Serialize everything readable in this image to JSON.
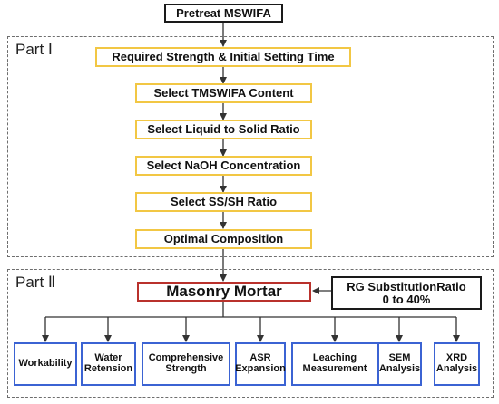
{
  "start": "Pretreat MSWIFA",
  "part1": {
    "label": "Part Ⅰ",
    "steps": [
      "Required Strength & Initial Setting Time",
      "Select TMSWIFA Content",
      "Select Liquid to Solid Ratio",
      "Select NaOH Concentration",
      "Select SS/SH Ratio",
      "Optimal Composition"
    ]
  },
  "part2": {
    "label": "Part Ⅱ",
    "center": "Masonry Mortar",
    "side_line1": "RG SubstitutionRatio",
    "side_line2": "0 to 40%",
    "tests": [
      [
        "Workability"
      ],
      [
        "Water",
        "Retension"
      ],
      [
        "Comprehensive",
        "Strength"
      ],
      [
        "ASR",
        "Expansion"
      ],
      [
        "Leaching",
        "Measurement"
      ],
      [
        "SEM",
        "Analysis"
      ],
      [
        "XRD",
        "Analysis"
      ]
    ]
  },
  "colors": {
    "step_border": "#f2c744",
    "center_border": "#b9312c",
    "test_border": "#3b63d3",
    "line": "#333333"
  }
}
